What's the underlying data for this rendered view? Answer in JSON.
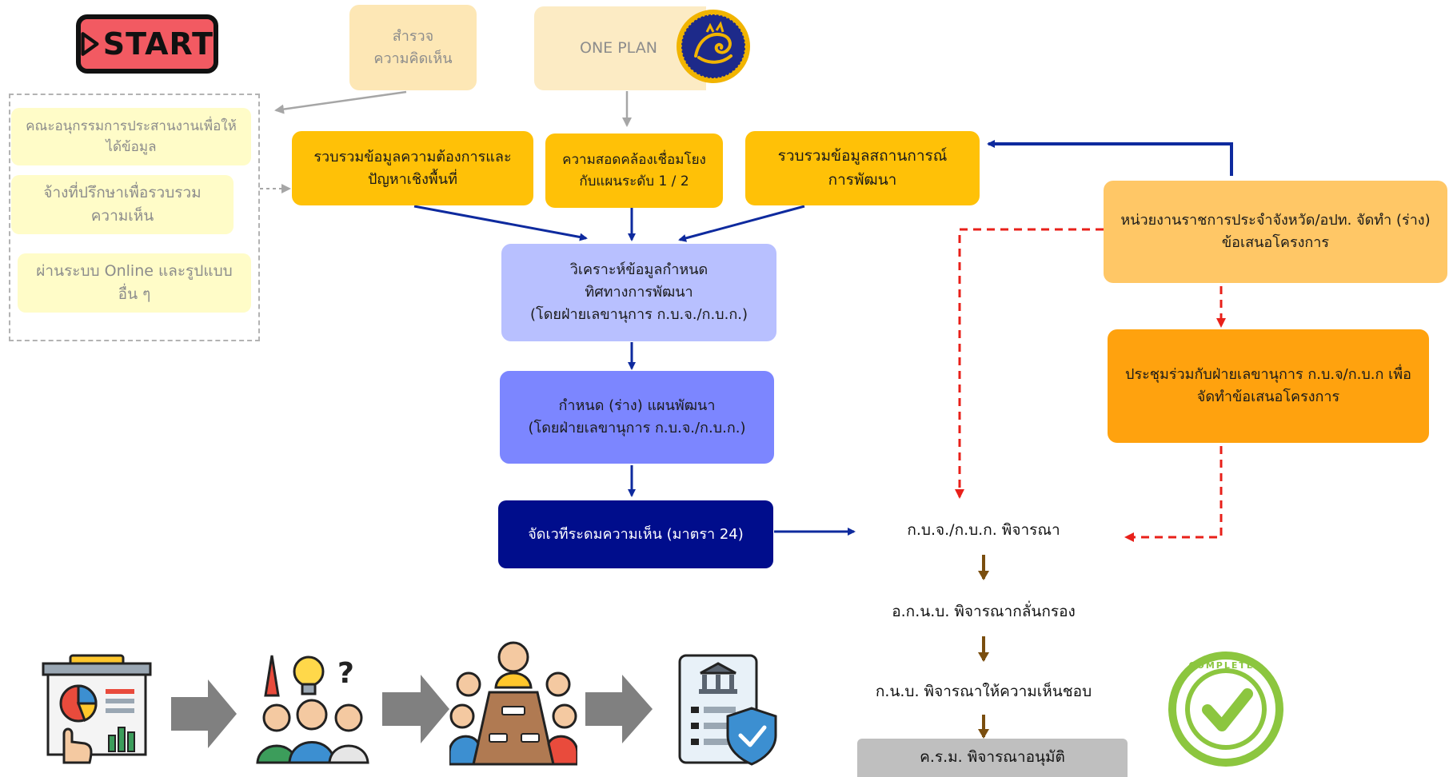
{
  "start_label": "START",
  "survey": {
    "line1": "สำรวจ",
    "line2": "ความคิดเห็น"
  },
  "one_plan": "ONE PLAN",
  "left_group": [
    {
      "line1": "คณะอนุกรรมการประสานงานเพื่อให้",
      "line2": "ได้ข้อมูล"
    },
    {
      "line1": "จ้างที่ปรึกษาเพื่อรวบรวม",
      "line2": "ความเห็น"
    },
    {
      "line1": "ผ่านระบบ Online และรูปแบบ",
      "line2": "อื่น ๆ"
    }
  ],
  "collect_needs": {
    "line1": "รวบรวมข้อมูลความต้องการและ",
    "line2": "ปัญหาเชิงพื้นที่"
  },
  "alignment": {
    "line1": "ความสอดคล้องเชื่อมโยง",
    "line2": "กับแผนระดับ 1 / 2"
  },
  "collect_situation": {
    "line1": "รวบรวมข้อมูลสถานการณ์",
    "line2": "การพัฒนา"
  },
  "analyze": {
    "line1": "วิเคราะห์ข้อมูลกำหนด",
    "line2": "ทิศทางการพัฒนา",
    "line3": "(โดยฝ่ายเลขานุการ ก.บ.จ./ก.บ.ก.)"
  },
  "draft_plan": {
    "line1": "กำหนด (ร่าง) แผนพัฒนา",
    "line2": "(โดยฝ่ายเลขานุการ ก.บ.จ./ก.บ.ก.)"
  },
  "hearing": "จัดเวทีระดมความเห็น (มาตรา 24)",
  "agency": {
    "line1": "หน่วยงานราชการประจำจังหวัด/อปท. จัดทำ (ร่าง)",
    "line2": "ข้อเสนอโครงการ"
  },
  "meeting": {
    "line1": "ประชุมร่วมกับฝ่ายเลขานุการ ก.บ.จ/ก.บ.ก เพื่อ",
    "line2": "จัดทำข้อเสนอโครงการ"
  },
  "consider_steps": [
    "ก.บ.จ./ก.บ.ก. พิจารณา",
    "อ.ก.น.บ. พิจารณากลั่นกรอง",
    "ก.น.บ. พิจารณาให้ความเห็นชอบ"
  ],
  "final_step": "ค.ร.ม. พิจารณาอนุมัติ",
  "completed_stamp": "COMPLETED",
  "colors": {
    "survey": "#fde7b5",
    "one_plan": "#fcebc4",
    "left_group": "#fffcc8",
    "yellow": "#ffc107",
    "analyze": "#b8c0ff",
    "draft": "#7c86ff",
    "hearing": "#000d8c",
    "agency": "#ffc766",
    "meeting": "#ffa20e",
    "final": "#bfbfbf",
    "blue_arrow": "#0e2a9e",
    "red_dash": "#e8201a",
    "brown_arrow": "#7a4e0f",
    "grey_arrow": "#a6a6a6",
    "completed": "#8cc63f"
  },
  "icons": [
    "presentation-chart-icon",
    "brainstorm-team-icon",
    "meeting-table-icon",
    "policy-document-icon",
    "completed-stamp-icon"
  ]
}
